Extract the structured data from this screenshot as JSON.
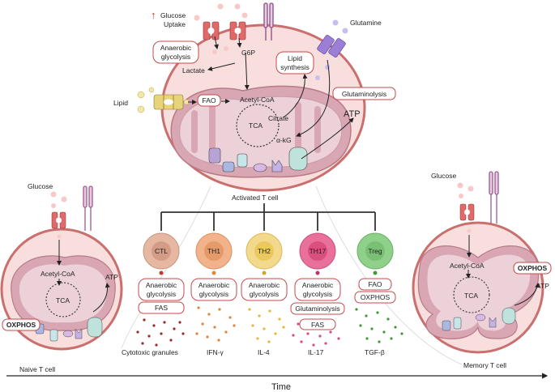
{
  "colors": {
    "cell_fill": "#f9dede",
    "cell_outline": "#c9706f",
    "mito_fill": "#d9a7b3",
    "mito_inner": "#ecd2d8",
    "transporter_red": "#e06a6a",
    "transporter_purple": "#9b7fd6",
    "lipid_yellow": "#e8d27a",
    "ctl": "#e6b8a2",
    "th1": "#f2b38a",
    "th2": "#f3d98c",
    "th17": "#e8709a",
    "treg": "#8fd08a"
  },
  "activated": {
    "glucose_uptake_line1": "Glucose",
    "glucose_uptake_line2": "Uptake",
    "up_arrow": "↑",
    "anaerobic_line1": "Anaerobic",
    "anaerobic_line2": "glycolysis",
    "g6p": "G6P",
    "lactate": "Lactate",
    "glutamine": "Glutamine",
    "lipid_synth_line1": "Lipid",
    "lipid_synth_line2": "synthesis",
    "lipid": "Lipid",
    "fao": "FAO",
    "acetyl_coa": "Acetyl-CoA",
    "glutaminolysis": "Glutaminolysis",
    "tca": "TCA",
    "citrate": "Citrate",
    "akg": "α-kG",
    "atp": "ATP",
    "title": "Activated T cell"
  },
  "naive": {
    "glucose": "Glucose",
    "acetyl_coa": "Acetyl-CoA",
    "tca": "TCA",
    "atp": "ATP",
    "oxphos": "OXPHOS",
    "title": "Naive T cell"
  },
  "memory": {
    "glucose": "Glucose",
    "acetyl_coa": "Acetyl-CoA",
    "tca": "TCA",
    "atp": "ATP",
    "oxphos": "OXPHOS",
    "title": "Memory T cell"
  },
  "subsets": [
    {
      "name": "CTL",
      "boxes": [
        "Anaerobic glycolysis",
        "FAS"
      ],
      "product": "Cytotoxic granules"
    },
    {
      "name": "TH1",
      "boxes": [
        "Anaerobic glycolysis"
      ],
      "product": "IFN-γ"
    },
    {
      "name": "TH2",
      "boxes": [
        "Anaerobic glycolysis"
      ],
      "product": "IL-4"
    },
    {
      "name": "TH17",
      "boxes": [
        "Anaerobic glycolysis",
        "Glutaminolysis",
        "FAS"
      ],
      "product": "IL-17"
    },
    {
      "name": "Treg",
      "boxes": [
        "FAO",
        "OXPHOS"
      ],
      "product": "TGF-β"
    }
  ],
  "time_label": "Time"
}
